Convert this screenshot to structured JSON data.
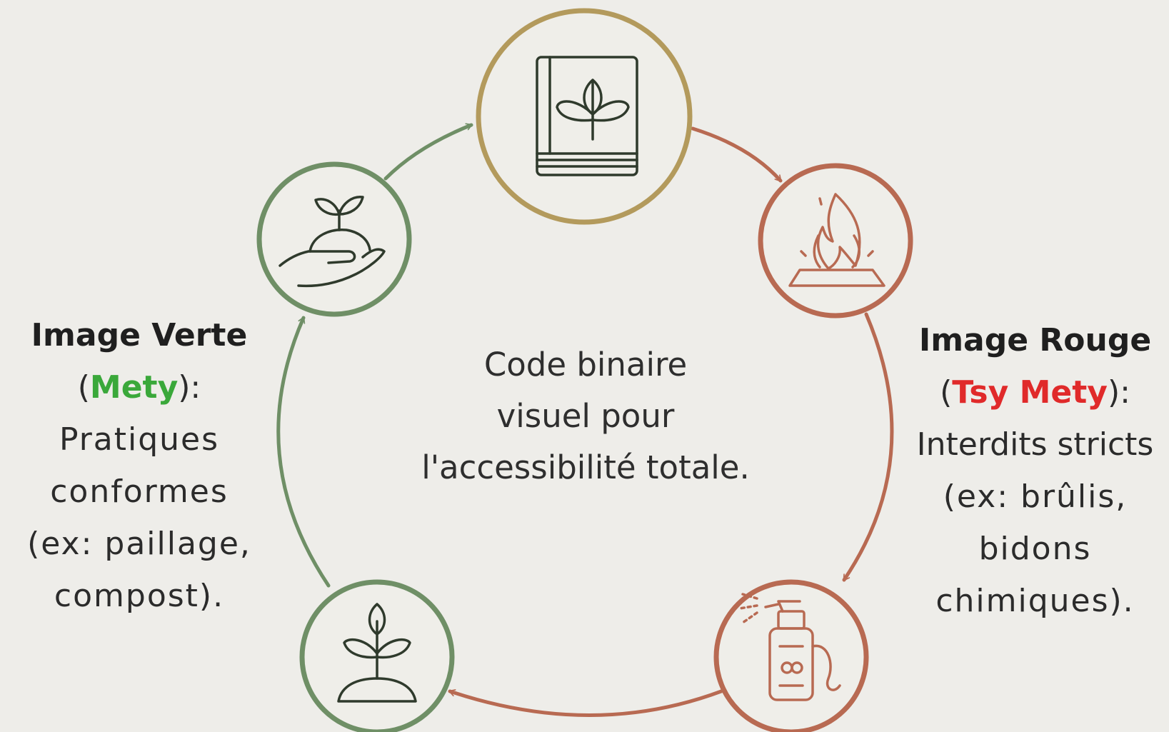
{
  "colors": {
    "background": "#eeede9",
    "green": "#6f8f66",
    "olive": "#b39a5c",
    "terracotta": "#b86a52",
    "icon_dark": "#2f3a2c",
    "mety_green": "#3aa83a",
    "tsy_mety_red": "#e02a2a"
  },
  "icons": {
    "top": "book-with-plant-icon",
    "right_top": "fire-on-ground-icon",
    "right_bottom": "pesticide-sprayer-icon",
    "left_bottom": "sprout-in-soil-icon",
    "left_top": "hand-holding-seedling-icon"
  },
  "left": {
    "title": "Image Verte",
    "open_paren": "(",
    "highlight": "Mety",
    "close": "):",
    "lines": [
      "Pratiques",
      "conformes",
      "(ex: paillage,",
      "compost)."
    ]
  },
  "right": {
    "title": "Image Rouge",
    "open_paren": "(",
    "highlight": "Tsy Mety",
    "close": "):",
    "lines": [
      "Interdits stricts",
      "(ex: brûlis,",
      "bidons",
      "chimiques)."
    ]
  },
  "center": {
    "lines": [
      "Code binaire",
      "visuel pour",
      "l'accessibilité totale."
    ]
  }
}
